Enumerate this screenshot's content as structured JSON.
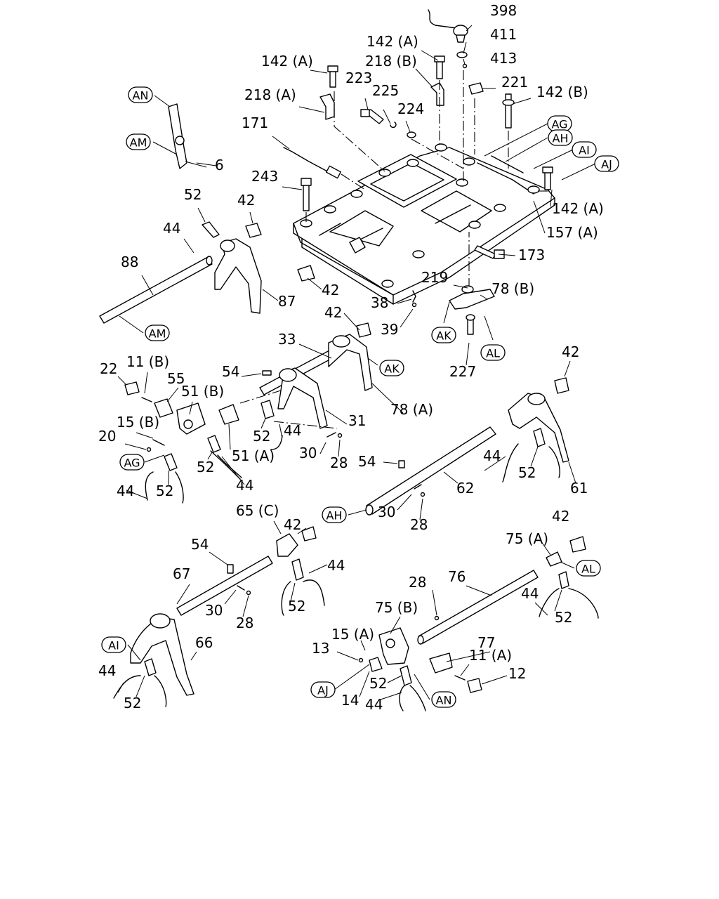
{
  "diagram": {
    "labels": [
      "398",
      "411",
      "413",
      "142 (A)",
      "218 (B)",
      "221",
      "142 (B)",
      "142 (A)",
      "218 (A)",
      "223",
      "225",
      "224",
      "171",
      "243",
      "142 (A)",
      "157 (A)",
      "173",
      "6",
      "52",
      "42",
      "44",
      "88",
      "87",
      "42",
      "219",
      "78 (B)",
      "38",
      "39",
      "42",
      "227",
      "33",
      "54",
      "22",
      "11 (B)",
      "55",
      "51 (B)",
      "31",
      "78 (A)",
      "15 (B)",
      "20",
      "52",
      "44",
      "30",
      "28",
      "52",
      "51 (A)",
      "44",
      "44",
      "52",
      "42",
      "54",
      "62",
      "44",
      "52",
      "61",
      "30",
      "28",
      "65 (C)",
      "42",
      "54",
      "67",
      "30",
      "28",
      "52",
      "44",
      "42",
      "75 (A)",
      "28",
      "76",
      "44",
      "52",
      "66",
      "44",
      "52",
      "15 (A)",
      "13",
      "75 (B)",
      "77",
      "11 (A)",
      "12",
      "14",
      "52",
      "44"
    ],
    "callouts": [
      "AN",
      "AM",
      "AG",
      "AH",
      "AI",
      "AJ",
      "AM",
      "AK",
      "AL",
      "AK",
      "AG",
      "AH",
      "AL",
      "AI",
      "AJ",
      "AN"
    ]
  }
}
